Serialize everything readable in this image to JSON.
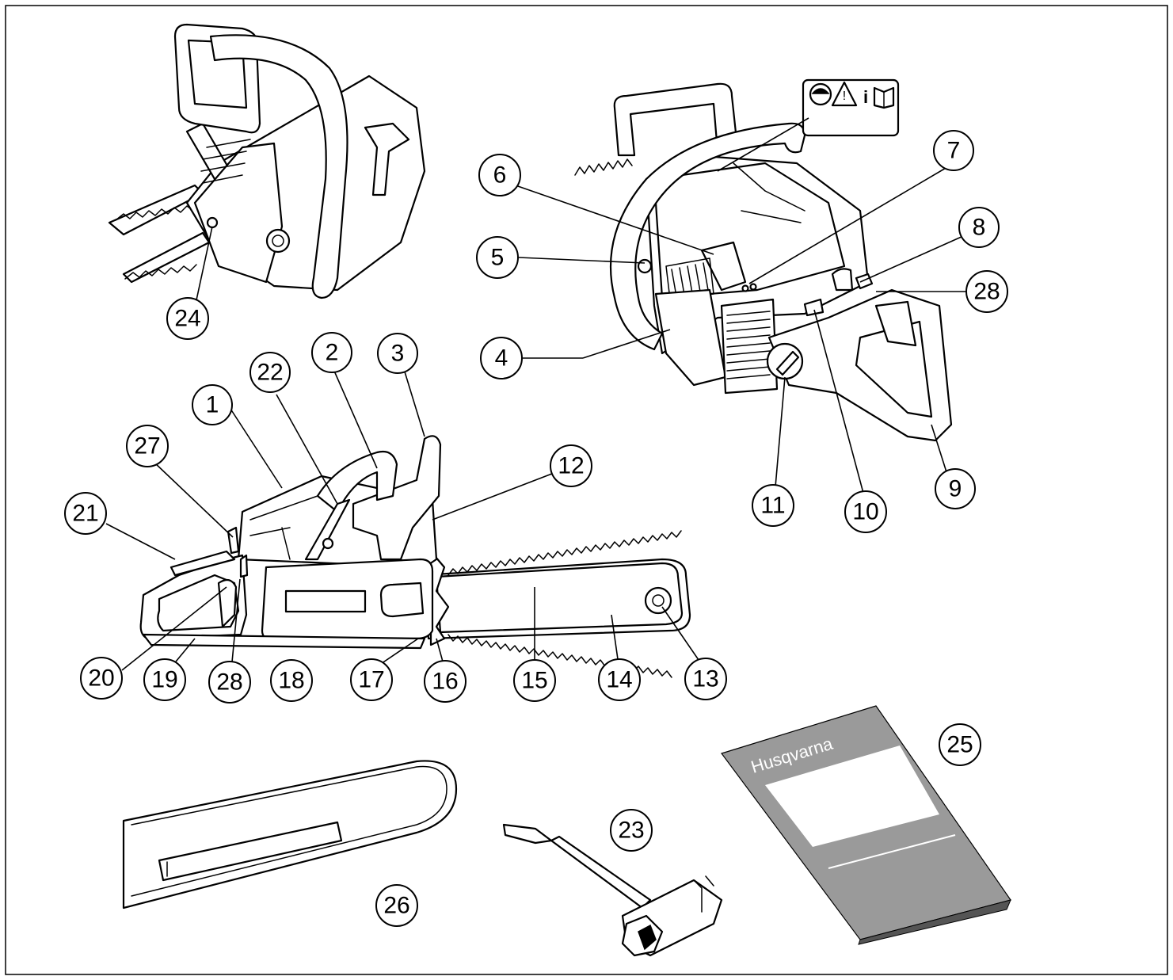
{
  "diagram": {
    "callouts": [
      {
        "id": "1",
        "label": "1"
      },
      {
        "id": "2",
        "label": "2"
      },
      {
        "id": "3",
        "label": "3"
      },
      {
        "id": "4",
        "label": "4"
      },
      {
        "id": "5",
        "label": "5"
      },
      {
        "id": "6",
        "label": "6"
      },
      {
        "id": "7",
        "label": "7"
      },
      {
        "id": "8",
        "label": "8"
      },
      {
        "id": "9",
        "label": "9"
      },
      {
        "id": "10",
        "label": "10"
      },
      {
        "id": "11",
        "label": "11"
      },
      {
        "id": "12",
        "label": "12"
      },
      {
        "id": "13",
        "label": "13"
      },
      {
        "id": "14",
        "label": "14"
      },
      {
        "id": "15",
        "label": "15"
      },
      {
        "id": "16",
        "label": "16"
      },
      {
        "id": "17",
        "label": "17"
      },
      {
        "id": "18",
        "label": "18"
      },
      {
        "id": "19",
        "label": "19"
      },
      {
        "id": "20",
        "label": "20"
      },
      {
        "id": "21",
        "label": "21"
      },
      {
        "id": "22",
        "label": "22"
      },
      {
        "id": "23",
        "label": "23"
      },
      {
        "id": "24",
        "label": "24"
      },
      {
        "id": "25",
        "label": "25"
      },
      {
        "id": "26",
        "label": "26"
      },
      {
        "id": "27",
        "label": "27"
      },
      {
        "id": "28a",
        "label": "28"
      },
      {
        "id": "28b",
        "label": "28"
      }
    ],
    "manual_brand": "Husqvarna",
    "label_icons": [
      "helmet-icon",
      "warning-triangle-icon",
      "info-icon",
      "manual-book-icon"
    ]
  }
}
